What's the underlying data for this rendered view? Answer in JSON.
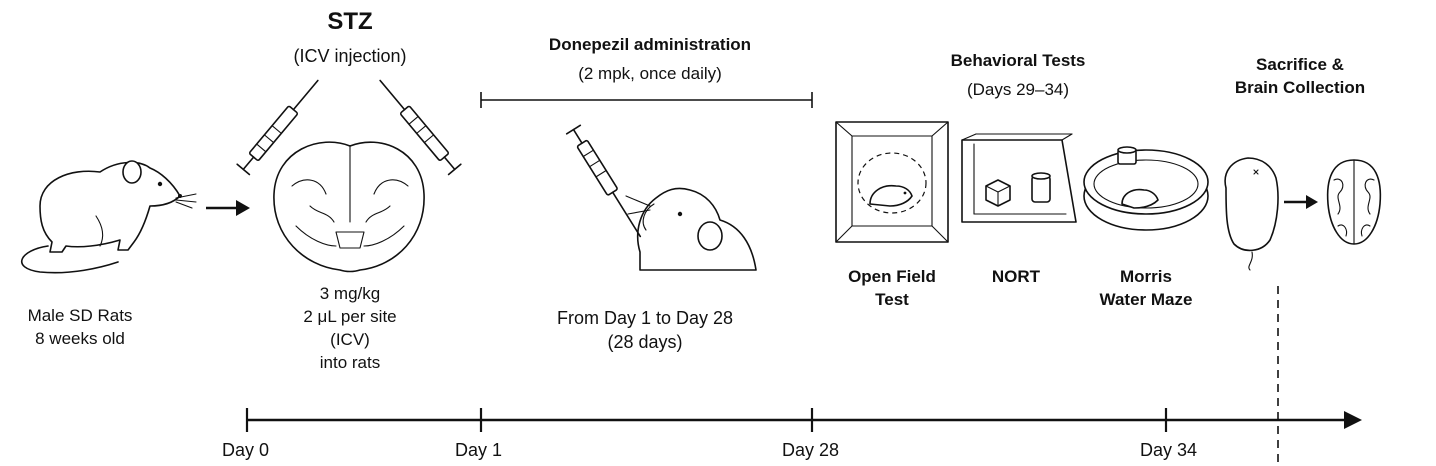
{
  "rats": {
    "line1": "Male SD Rats",
    "line2": "8 weeks old"
  },
  "stz": {
    "title": "STZ",
    "subtitle": "(ICV injection)",
    "dose_lines": [
      "3 mg/kg",
      "2 μL per site",
      "(ICV)",
      "into rats"
    ]
  },
  "donepezil": {
    "title": "Donepezil administration",
    "subtitle": "(2 mpk, once daily)",
    "period_lines": [
      "From Day 1 to Day 28",
      "(28 days)"
    ]
  },
  "behavior": {
    "title": "Behavioral Tests",
    "subtitle": "(Days 29–34)",
    "tests": [
      {
        "line1": "Open Field",
        "line2": "Test"
      },
      {
        "line1": "NORT",
        "line2": ""
      },
      {
        "line1": "Morris",
        "line2": "Water Maze"
      }
    ]
  },
  "sacrifice": {
    "line1": "Sacrifice &",
    "line2": "Brain Collection"
  },
  "timeline": {
    "ticks": [
      "Day 0",
      "Day 1",
      "Day 28",
      "Day 34"
    ]
  }
}
